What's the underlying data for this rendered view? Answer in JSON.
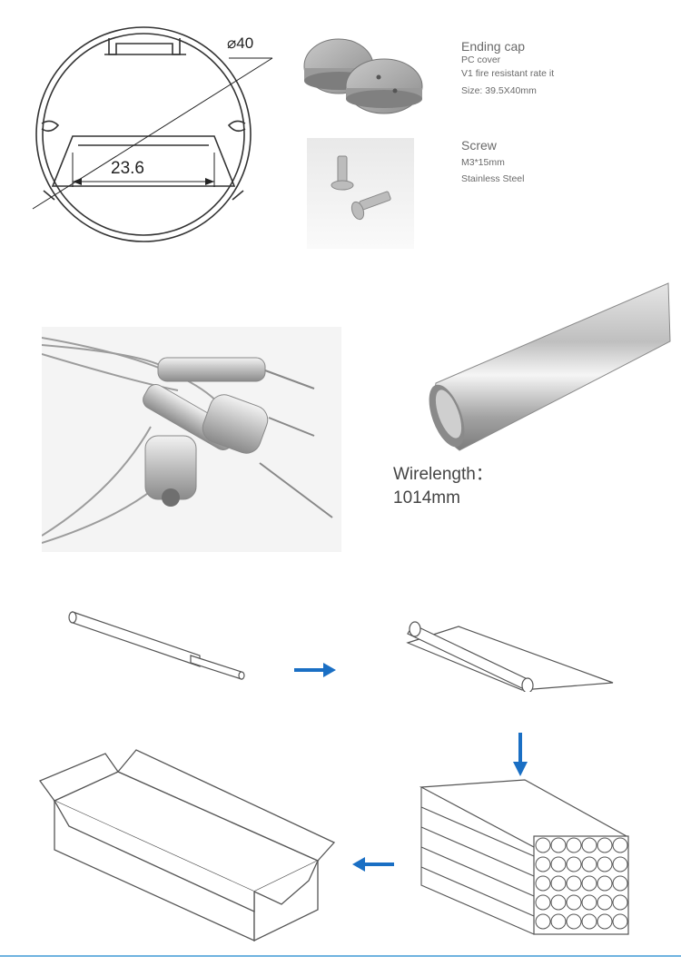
{
  "profile_section": {
    "diameter_label": "⌀40",
    "inner_width_label": "23.6"
  },
  "ending_cap": {
    "title": "Ending cap",
    "lines": [
      "PC cover",
      "V1 fire resistant rate it",
      "Size: 39.5X40mm"
    ]
  },
  "screw": {
    "title": "Screw",
    "lines": [
      "M3*15mm",
      "Stainless Steel"
    ]
  },
  "wire": {
    "label": "Wirelength：",
    "value": "1014mm"
  },
  "colors": {
    "arrow": "#1a6fc4",
    "accent_line": "#6fb3e0"
  }
}
